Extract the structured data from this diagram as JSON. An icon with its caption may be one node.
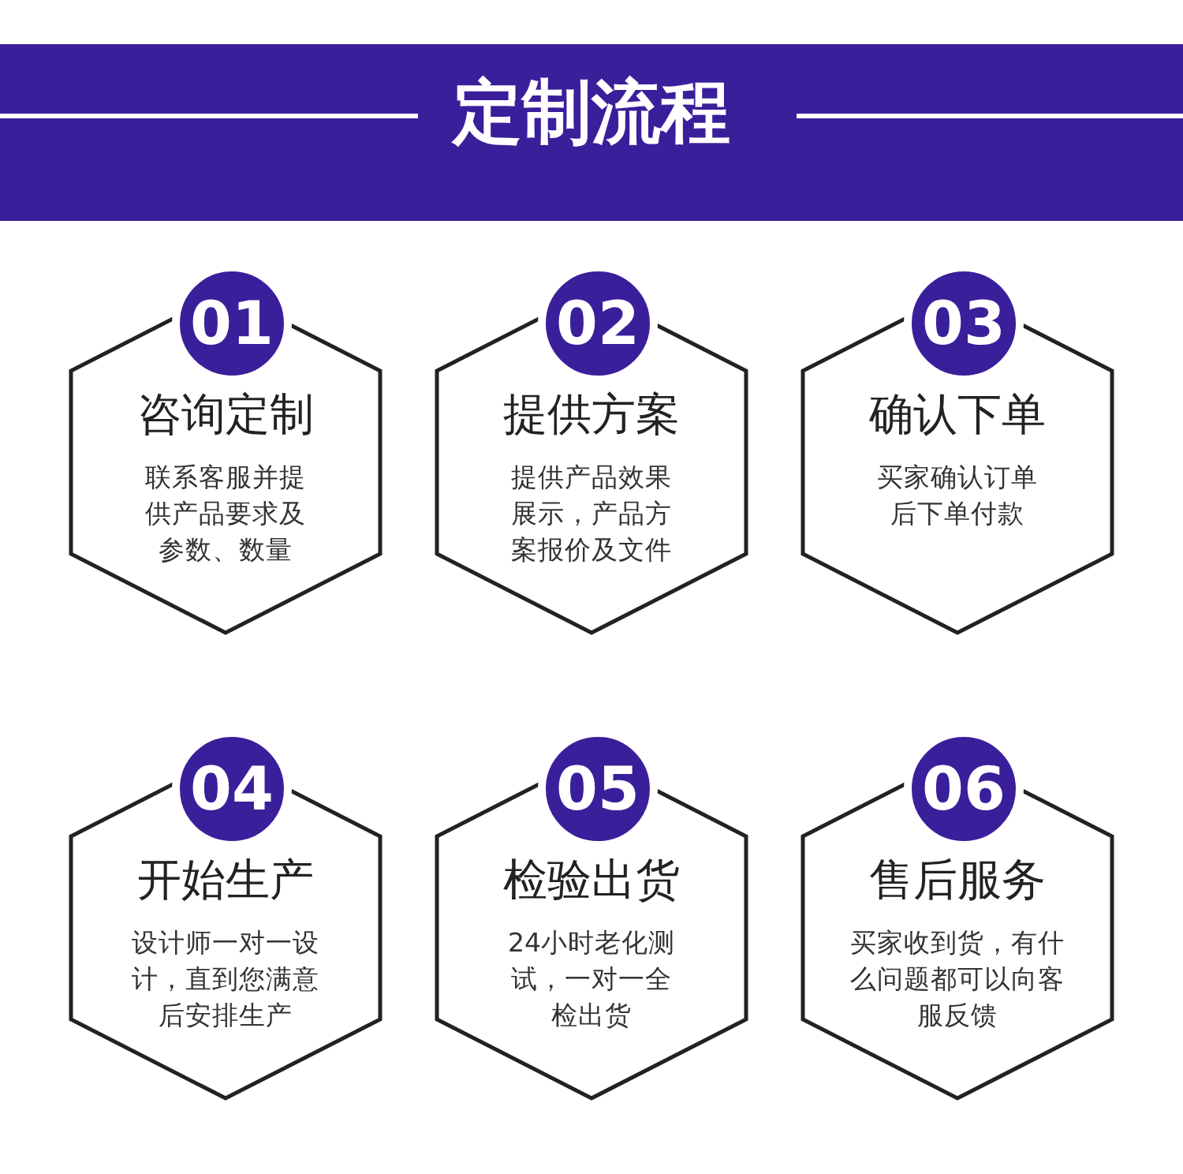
{
  "diagram": {
    "title": "定制流程",
    "nodes": [
      {
        "text": [
          "01"
        ]
      },
      {
        "text": [
          "咨询定制",
          "联系客服并提供产品要求及参数、数量"
        ]
      },
      {
        "text": [
          "02"
        ]
      },
      {
        "text": [
          "提供方案",
          "提供产品效果展示，产品方案报价及文件"
        ]
      },
      {
        "text": [
          "03"
        ]
      },
      {
        "text": [
          "确认下单",
          "买家确认订单后下单付款"
        ]
      },
      {
        "text": [
          "04"
        ]
      },
      {
        "text": [
          "开始生产",
          "设计师一对一设计，直到您满意后安排生产"
        ]
      },
      {
        "text": [
          "05"
        ]
      },
      {
        "text": [
          "检验出货",
          "24小时老化测试，一对一全检出货"
        ]
      },
      {
        "text": [
          "06"
        ]
      },
      {
        "text": [
          "售后服务",
          "买家收到货，有什么问题都可以向客服反馈"
        ]
      }
    ]
  }
}
